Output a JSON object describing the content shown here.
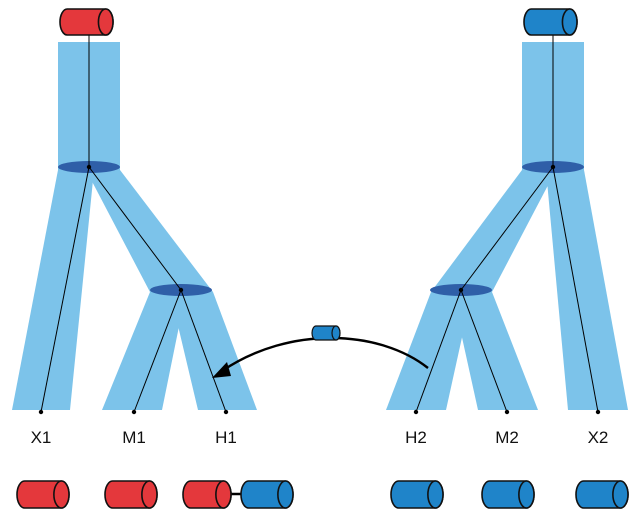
{
  "colors": {
    "branch_fill": "#7cc3ea",
    "node_ellipse": "#2f5fa8",
    "tree_line": "#000000",
    "red_segment": "#e4383c",
    "blue_segment": "#1f84c9",
    "outline": "#111111",
    "background": "#ffffff"
  },
  "trees": {
    "left": {
      "root_segment": "red",
      "tips": [
        {
          "label": "X1",
          "segments": [
            "red"
          ]
        },
        {
          "label": "M1",
          "segments": [
            "red"
          ]
        },
        {
          "label": "H1",
          "segments": [
            "red",
            "blue"
          ]
        }
      ]
    },
    "right": {
      "root_segment": "blue",
      "tips": [
        {
          "label": "H2",
          "segments": [
            "blue"
          ]
        },
        {
          "label": "M2",
          "segments": [
            "blue"
          ]
        },
        {
          "label": "X2",
          "segments": [
            "blue"
          ]
        }
      ]
    }
  },
  "transfer": {
    "from": "H2",
    "to": "H1",
    "segment": "blue"
  },
  "icons": {
    "segment_shape": "cylinder-icon",
    "transfer_arrow": "curved-arrow-icon"
  }
}
